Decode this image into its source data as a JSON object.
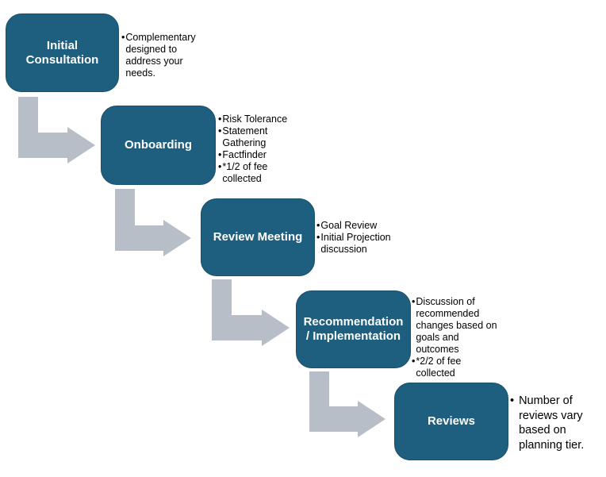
{
  "colors": {
    "box_fill": "#1e5e7e",
    "box_border": "#19506b",
    "arrow_fill": "#b7bec7",
    "title_text": "#ffffff",
    "bullet_text": "#000000",
    "background": "#ffffff"
  },
  "bullet_char": "•",
  "steps": [
    {
      "title": "Initial\nConsultation",
      "bullets": [
        "Complementary\ndesigned to\naddress your\nneeds."
      ]
    },
    {
      "title": "Onboarding",
      "bullets": [
        "Risk Tolerance",
        "Statement\nGathering",
        "Factfinder",
        "*1/2 of fee\ncollected"
      ]
    },
    {
      "title": "Review Meeting",
      "bullets": [
        "Goal Review",
        "Initial Projection\ndiscussion"
      ]
    },
    {
      "title": "Recommendation\n/ Implementation",
      "bullets": [
        "Discussion of\nrecommended\nchanges based on\ngoals and\noutcomes",
        "*2/2 of fee\ncollected"
      ]
    },
    {
      "title": "Reviews",
      "bullets": [
        "Number of\nreviews vary\nbased on\nplanning tier."
      ]
    }
  ]
}
